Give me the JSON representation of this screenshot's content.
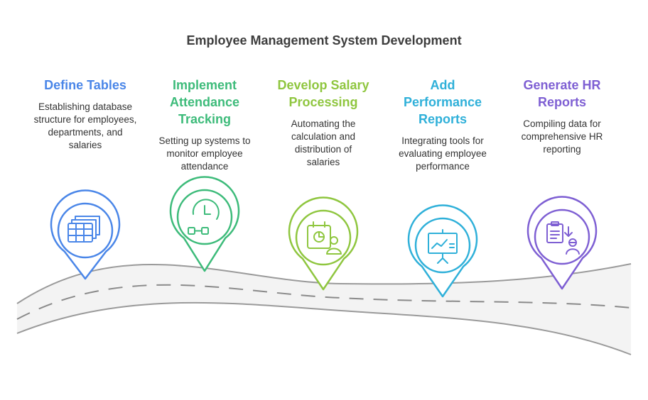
{
  "title": "Employee Management System Development",
  "steps": [
    {
      "title": "Define Tables",
      "description": "Establishing database structure for employees, departments, and salaries",
      "color": "#4a86e8",
      "icon": "table-icon"
    },
    {
      "title": "Implement Attendance Tracking",
      "description": "Setting up systems to monitor employee attendance",
      "color": "#3dbb7a",
      "icon": "clock-icon"
    },
    {
      "title": "Develop Salary Processing",
      "description": "Automating the calculation and distribution of salaries",
      "color": "#8fc63f",
      "icon": "salary-calendar-icon"
    },
    {
      "title": "Add Performance Reports",
      "description": "Integrating tools for evaluating employee performance",
      "color": "#2fb0d9",
      "icon": "presentation-chart-icon"
    },
    {
      "title": "Generate HR Reports",
      "description": "Compiling data for comprehensive HR reporting",
      "color": "#7e5fd3",
      "icon": "hr-report-icon"
    }
  ]
}
